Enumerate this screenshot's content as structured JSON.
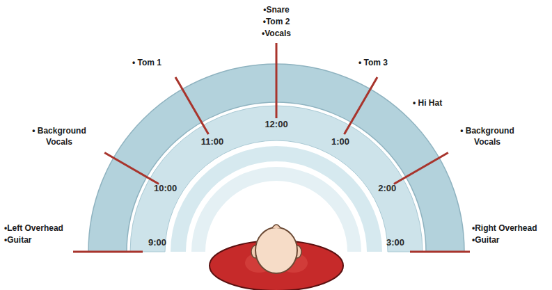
{
  "diagram": {
    "labels": [
      "•Snare",
      "•Tom 2",
      "•Vocals",
      "• Tom 1",
      "• Tom 3",
      "• Hi Hat",
      "• Background Vocals",
      "• Background Vocals",
      "•Left Overhead",
      "•Guitar",
      "•Right Overhead",
      "•Guitar",
      "9:00",
      "10:00",
      "11:00",
      "12:00",
      "1:00",
      "2:00",
      "3:00"
    ]
  }
}
